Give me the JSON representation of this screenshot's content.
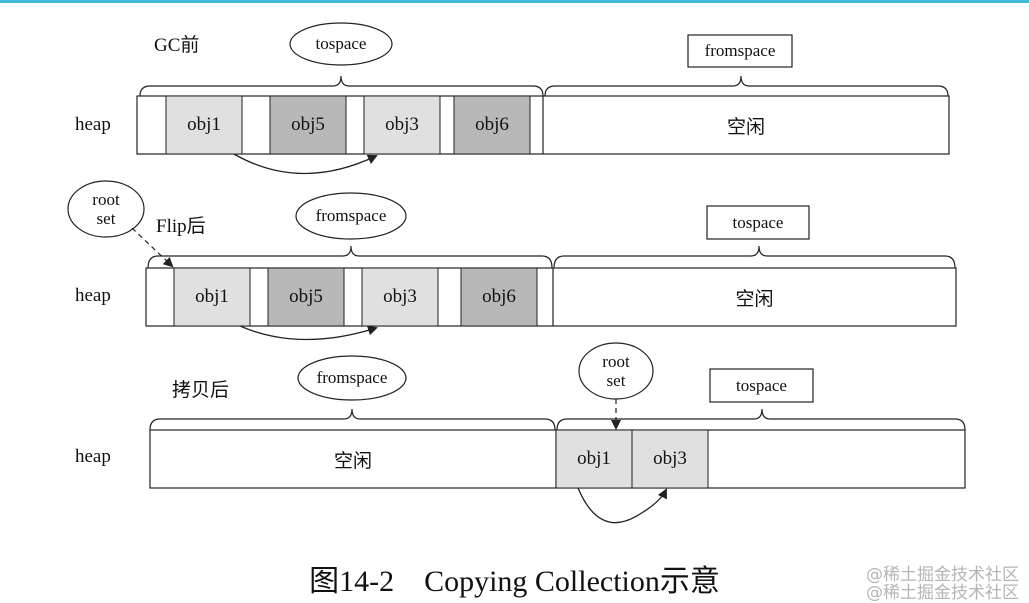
{
  "diagram": {
    "rows": [
      {
        "stage_label": "GC前",
        "heap_label": "heap",
        "blocks": [
          "obj1",
          "obj5",
          "obj3",
          "obj6"
        ],
        "free_label": "空闲",
        "ellipse_label": "tospace",
        "box_label": "fromspace"
      },
      {
        "stage_label": "Flip后",
        "heap_label": "heap",
        "root_set": [
          "root",
          "set"
        ],
        "blocks": [
          "obj1",
          "obj5",
          "obj3",
          "obj6"
        ],
        "free_label": "空闲",
        "ellipse_label": "fromspace",
        "box_label": "tospace"
      },
      {
        "stage_label": "拷贝后",
        "heap_label": "heap",
        "root_set": [
          "root",
          "set"
        ],
        "free_label": "空闲",
        "blocks": [
          "obj1",
          "obj3"
        ],
        "ellipse_label": "fromspace",
        "box_label": "tospace"
      }
    ],
    "caption": "图14-2　Copying Collection示意",
    "watermark": [
      "@稀土掘金技术社区",
      "@稀土掘金技术社区"
    ],
    "colors": {
      "light_block": "#e0e0e0",
      "dark_block": "#b8b8b8",
      "top_line": "#43bcd9"
    }
  }
}
